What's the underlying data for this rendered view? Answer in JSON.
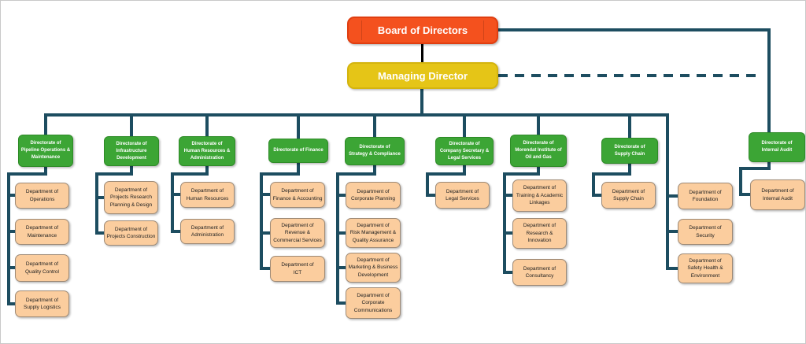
{
  "executives": {
    "board": "Board of Directors",
    "managing_director": "Managing Director"
  },
  "colors": {
    "board": "#F4511E",
    "board_border": "#E03E10",
    "md": "#E5C517",
    "md_border": "#D4B40E",
    "directorate": "#3CA535",
    "directorate_border": "#2E8B27",
    "department": "#FBCD9E",
    "department_border": "#9E8A76",
    "connector": "#1D4D60",
    "board_md_connector": "#000000",
    "frame": "#C9C9C9"
  },
  "columns": [
    {
      "directorate": "Directorate of\nPipeline Operations &\nMaintenance",
      "departments": [
        "Department of\nOperations",
        "Department of\nMaintenance",
        "Department of\nQuality Control",
        "Department of\nSupply Logistics"
      ]
    },
    {
      "directorate": "Directorate of\nInfrastructure\nDevelopment",
      "departments": [
        "Department of\nProjects Research\nPlanning & Design",
        "Department of\nProjects Construction"
      ]
    },
    {
      "directorate": "Directorate of\nHuman Resources &\nAdministration",
      "departments": [
        "Department of\nHuman Resources",
        "Department of\nAdministration"
      ]
    },
    {
      "directorate": "Directorate of Finance",
      "departments": [
        "Department of\nFinance & Accounting",
        "Department of\nRevenue &\nCommercial Services",
        "Department of\nICT"
      ]
    },
    {
      "directorate": "Directorate of\nStrategy & Compliance",
      "departments": [
        "Department of\nCorporate Planning",
        "Department of\nRisk Management &\nQuality Assurance",
        "Department of\nMarketing & Business\nDevelopment",
        "Department of\nCorporate\nCommunications"
      ]
    },
    {
      "directorate": "Directorate of\nCompany Secretary &\nLegal Services",
      "departments": [
        "Department of\nLegal Services"
      ]
    },
    {
      "directorate": "Directorate of\nMorendat Institute of\nOil and Gas",
      "departments": [
        "Department of\nTraining & Academic\nLinkages",
        "Department of\nResearch &\nInnovation",
        "Department of\nConsultancy"
      ]
    },
    {
      "directorate": "Directorate of\nSupply Chain",
      "departments": [
        "Department of\nSupply Chain"
      ]
    },
    {
      "directorate": "",
      "departments": [
        "Department of\nFoundation",
        "Department of\nSecurity",
        "Department of\nSafety Health &\nEnvironment"
      ]
    },
    {
      "directorate": "Directorate of\nInternal Audit",
      "departments": [
        "Department of\nInternal Audit"
      ]
    }
  ]
}
